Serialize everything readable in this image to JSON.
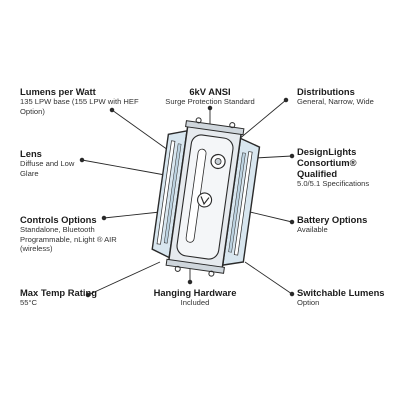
{
  "callouts": {
    "lumens": {
      "title": "Lumens per Watt",
      "desc": "135 LPW base (155 LPW with HEF Option)"
    },
    "ansi": {
      "title": "6kV ANSI",
      "desc": "Surge Protection Standard"
    },
    "distributions": {
      "title": "Distributions",
      "desc": "General, Narrow, Wide"
    },
    "lens": {
      "title": "Lens",
      "desc": "Diffuse and Low Glare"
    },
    "designlights": {
      "title": "DesignLights Consortium® Qualified",
      "desc": "5.0/5.1 Specifications"
    },
    "controls": {
      "title": "Controls Options",
      "desc": "Standalone, Bluetooth Programmable, nLight ® AIR (wireless)"
    },
    "battery": {
      "title": "Battery Options",
      "desc": "Available"
    },
    "maxtemp": {
      "title": "Max Temp Rating",
      "desc": "55°C"
    },
    "hanging": {
      "title": "Hanging Hardware",
      "desc": "Included"
    },
    "switchable": {
      "title": "Switchable Lumens",
      "desc": "Option"
    }
  },
  "colors": {
    "line": "#2a2a2a",
    "fixture_fill": "#e6eaee",
    "lens_fill": "#d8e6ef",
    "accent": "#8fb8d6"
  }
}
